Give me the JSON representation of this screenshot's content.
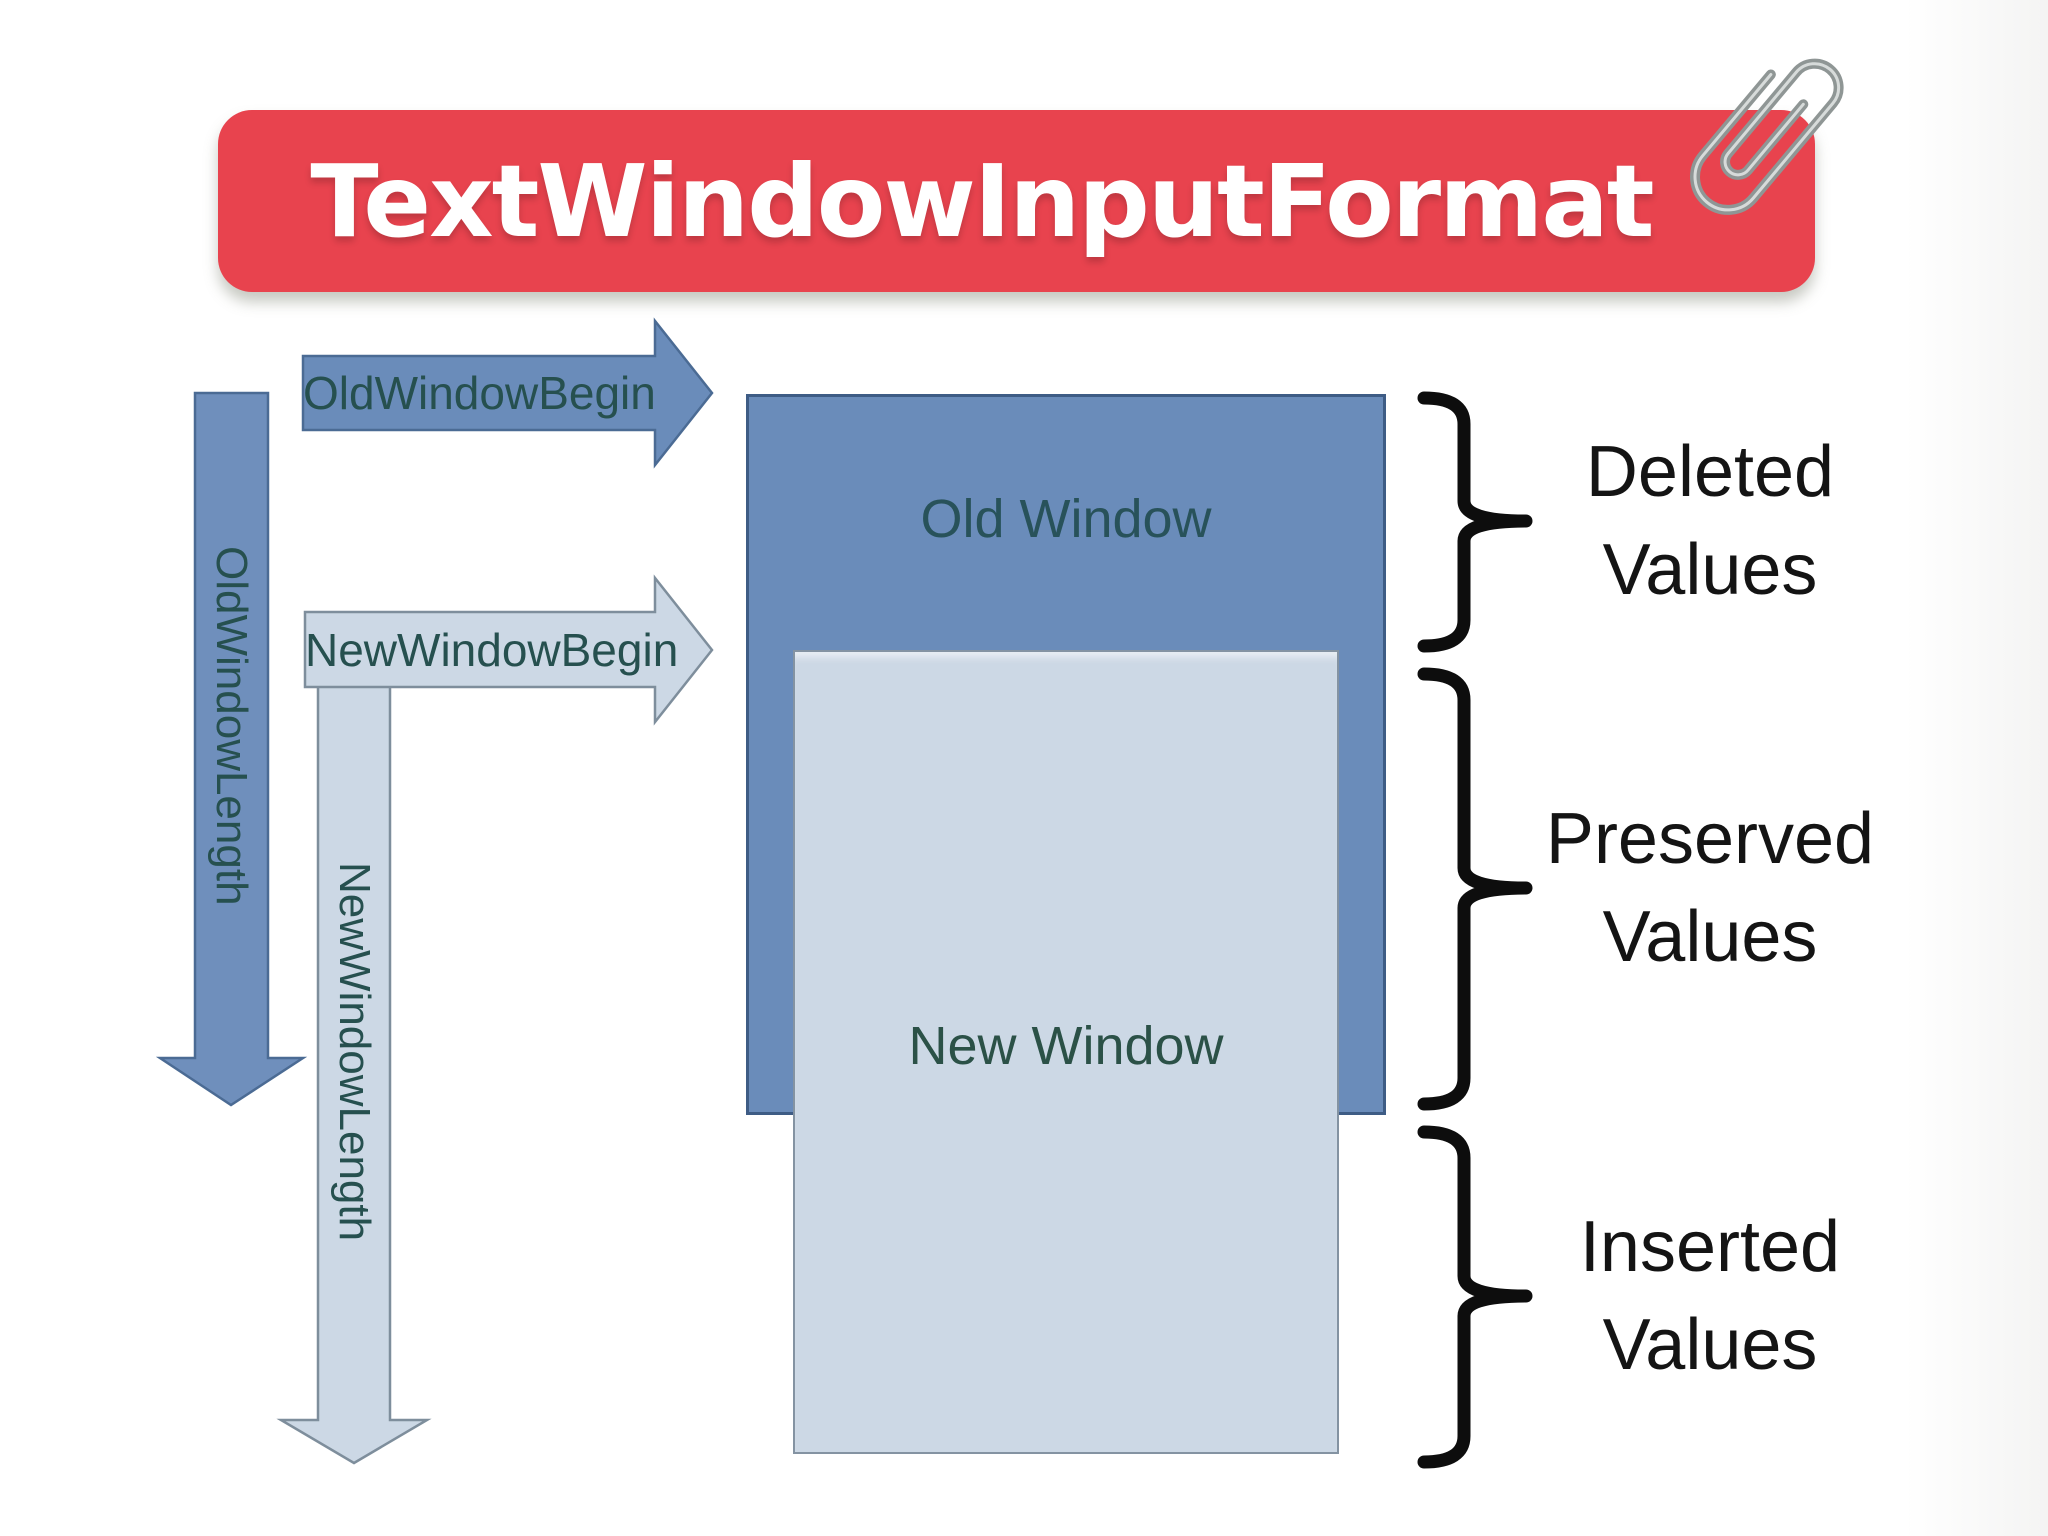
{
  "title": {
    "text": "TextWindowInputFormat"
  },
  "arrows": {
    "old_begin": {
      "label": "OldWindowBegin"
    },
    "new_begin": {
      "label": "NewWindowBegin"
    },
    "old_length": {
      "label": "OldWindowLength"
    },
    "new_length": {
      "label": "NewWindowLength"
    }
  },
  "boxes": {
    "old_window": {
      "label": "Old Window"
    },
    "new_window": {
      "label": "New Window"
    }
  },
  "annotations": [
    {
      "name": "deleted-values",
      "lines": [
        "Deleted",
        "Values"
      ]
    },
    {
      "name": "preserved-values",
      "lines": [
        "Preserved",
        "Values"
      ]
    },
    {
      "name": "inserted-values",
      "lines": [
        "Inserted",
        "Values"
      ]
    }
  ],
  "colors": {
    "banner_red": "#e8434e",
    "dark_blue_fill": "#6a8cba",
    "dark_blue_border": "#44618c",
    "light_blue_fill": "#ccd8e5",
    "light_blue_border": "#7e8e9c",
    "label_teal": "#28525a",
    "annotation_black": "#141414",
    "brace_black": "#0d0d0d",
    "paperclip_gray": "#8f9695"
  }
}
